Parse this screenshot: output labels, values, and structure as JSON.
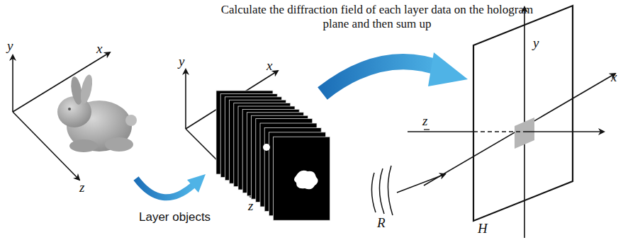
{
  "diagram": {
    "labels": [
      "Calculate the diffraction field of each layer data on the hologram plane and then sum up",
      "y",
      "x",
      "z",
      "Layer objects",
      "y",
      "x",
      "z",
      "y",
      "z",
      "x",
      "R",
      "H"
    ]
  }
}
